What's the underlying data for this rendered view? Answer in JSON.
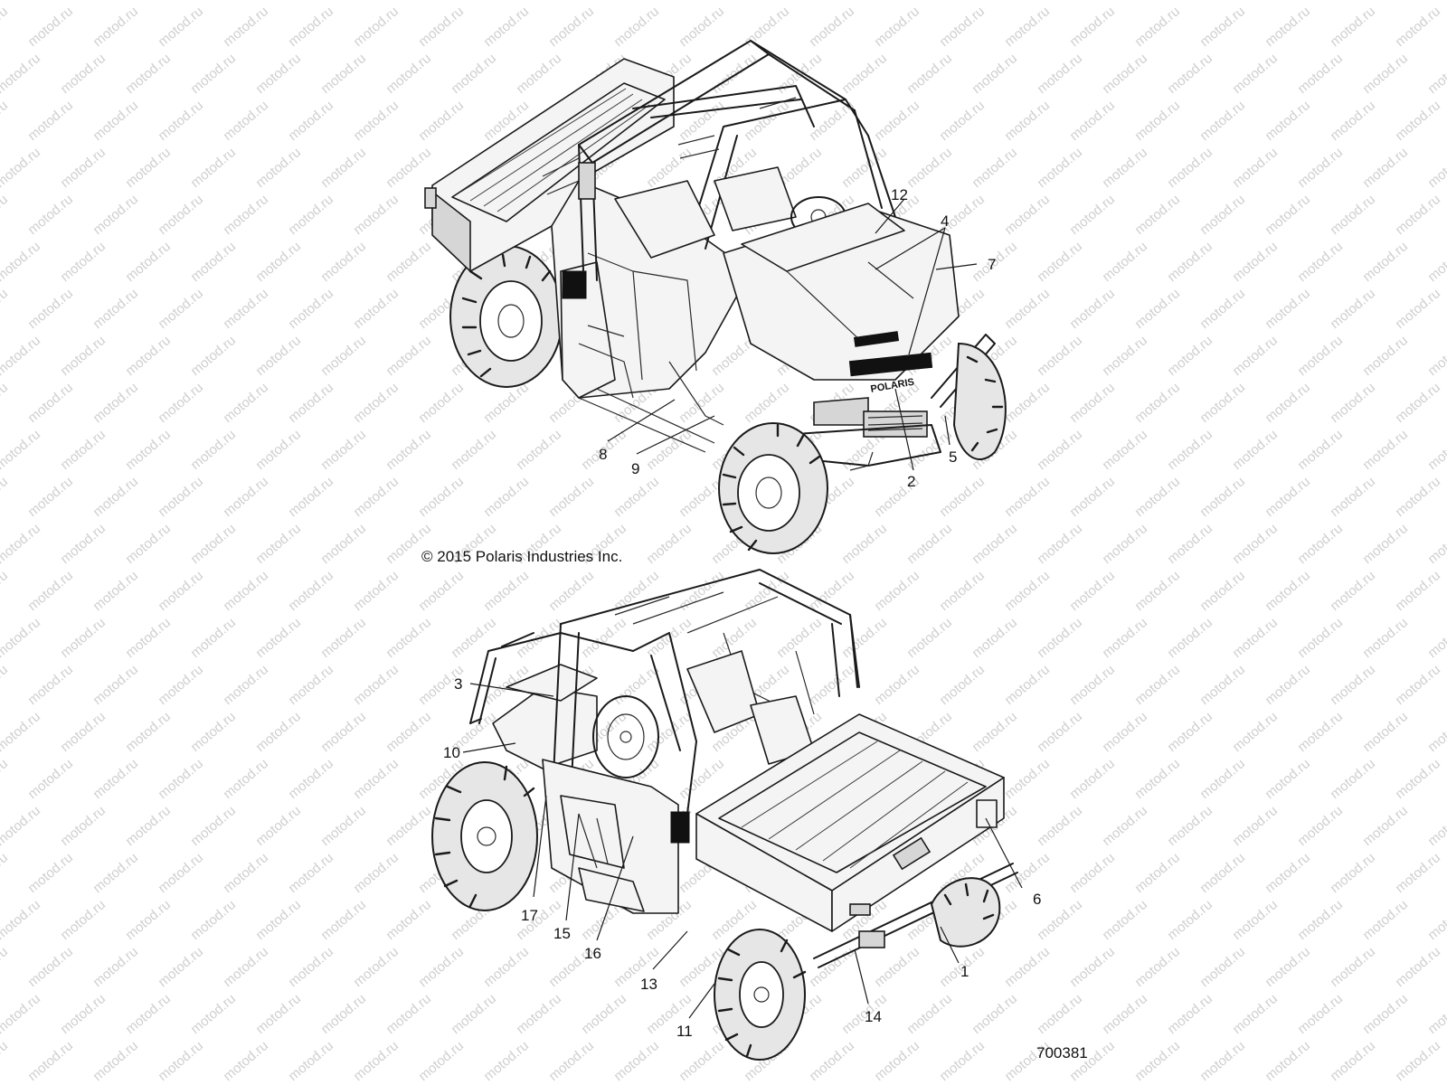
{
  "watermark": {
    "text": "motod.ru"
  },
  "copyright": "© 2015 Polaris Industries Inc.",
  "figure_number": "700381",
  "hood_logo_text": "POLARIS",
  "top_view": {
    "callouts": [
      {
        "id": "12",
        "label": "12"
      },
      {
        "id": "4",
        "label": "4"
      },
      {
        "id": "7",
        "label": "7"
      },
      {
        "id": "8",
        "label": "8"
      },
      {
        "id": "9",
        "label": "9"
      },
      {
        "id": "2",
        "label": "2"
      },
      {
        "id": "5",
        "label": "5"
      }
    ]
  },
  "bottom_view": {
    "callouts": [
      {
        "id": "3",
        "label": "3"
      },
      {
        "id": "10",
        "label": "10"
      },
      {
        "id": "17",
        "label": "17"
      },
      {
        "id": "15",
        "label": "15"
      },
      {
        "id": "16",
        "label": "16"
      },
      {
        "id": "13",
        "label": "13"
      },
      {
        "id": "11",
        "label": "11"
      },
      {
        "id": "14",
        "label": "14"
      },
      {
        "id": "1",
        "label": "1"
      },
      {
        "id": "6",
        "label": "6"
      }
    ]
  }
}
